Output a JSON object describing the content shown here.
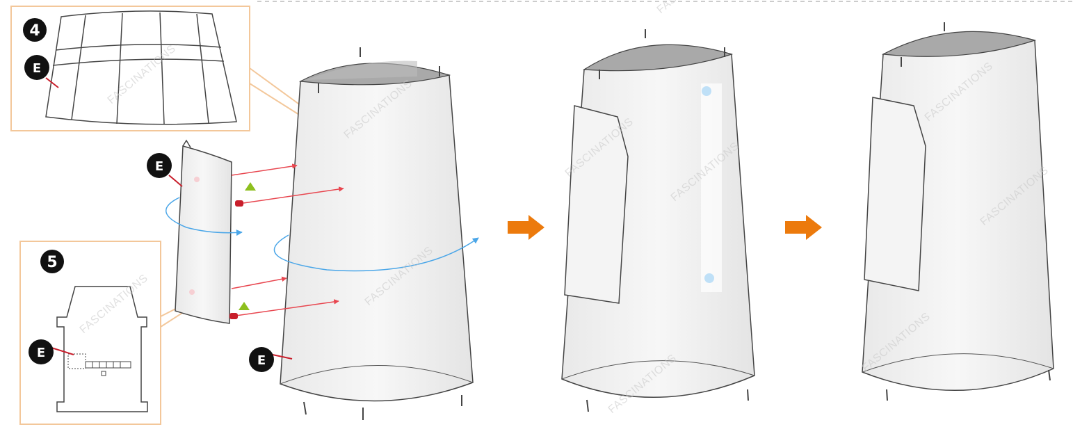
{
  "steps": {
    "step4": "4",
    "step5": "5"
  },
  "marker_label": "E",
  "watermark": "FASCINATIONS",
  "colors": {
    "callout_border": "#f3c79a",
    "arrow_orange": "#ec7a0c",
    "guide_red": "#e8464f",
    "guide_blue": "#4aa6e8",
    "triangle_green": "#8dbf1e",
    "marker_fill": "#111111",
    "panel_fill": "#f2f2f2",
    "top_fill": "#a9a9a9"
  }
}
